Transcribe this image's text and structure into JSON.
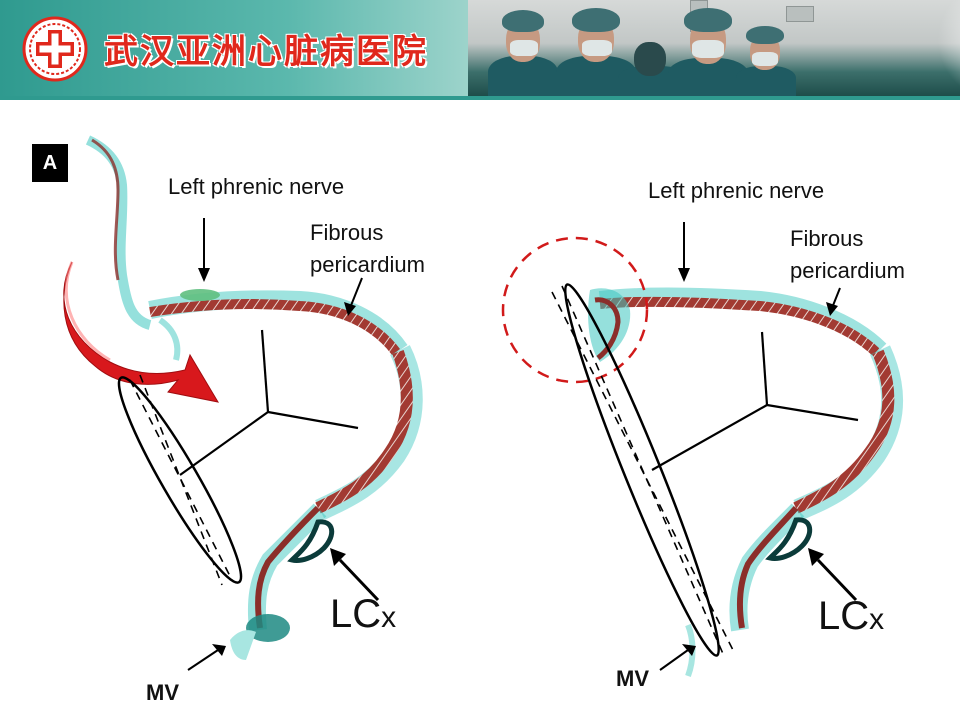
{
  "header": {
    "title": "武汉亚洲心脏病医院",
    "colors": {
      "title": "#e0281c",
      "band": "#2f9a8f",
      "logo_cross": "#e0281c"
    }
  },
  "figure": {
    "panel_label": "A",
    "left": {
      "label_nerve": "Left phrenic nerve",
      "label_fibrous_1": "Fibrous",
      "label_fibrous_2": "pericardium",
      "label_lcx_main": "LC",
      "label_lcx_tail": "x",
      "label_mv": "MV"
    },
    "right": {
      "label_nerve": "Left phrenic nerve",
      "label_fibrous_1": "Fibrous",
      "label_fibrous_2": "pericardium",
      "label_lcx_main": "LC",
      "label_lcx_tail": "x",
      "label_mv": "MV"
    },
    "colors": {
      "tissue_cyan": "#3ec7c0",
      "tissue_red": "#8b2e2a",
      "arrow_red": "#d8181c",
      "circle_dash": "#d11a1a"
    }
  }
}
